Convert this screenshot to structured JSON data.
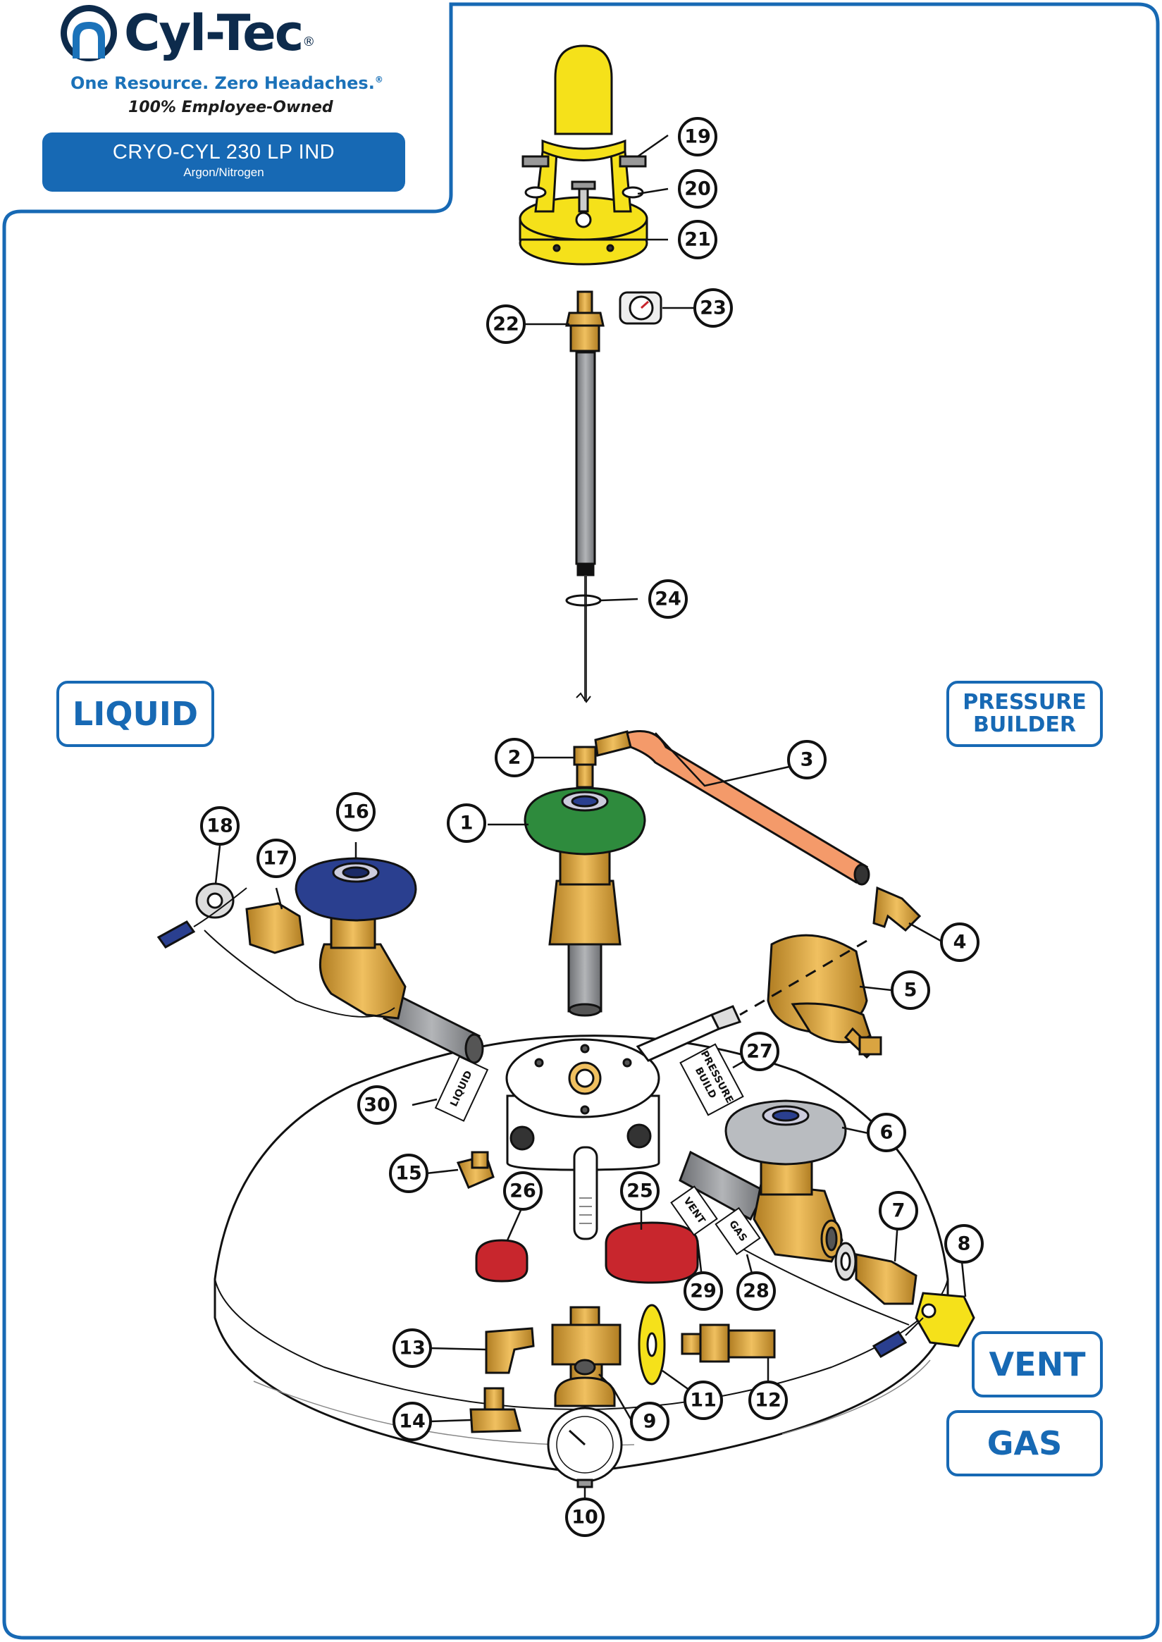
{
  "brand": {
    "name": "Cyl-Tec",
    "registered": "®",
    "tagline": "One Resource. Zero Headaches.",
    "tagline_mark": "®",
    "ownership": "100% Employee-Owned"
  },
  "product": {
    "name": "CRYO-CYL 230 LP IND",
    "gases": "Argon/Nitrogen"
  },
  "tags": {
    "liquid": "LIQUID",
    "pressure_line1": "PRESSURE",
    "pressure_line2": "BUILDER",
    "vent": "VENT",
    "gas": "GAS"
  },
  "part_labels": {
    "liquid": "LIQUID",
    "pressure_build_line1": "PRESSURE",
    "pressure_build_line2": "BUILD",
    "vent": "VENT",
    "gas": "GAS"
  },
  "callouts": [
    "1",
    "2",
    "3",
    "4",
    "5",
    "6",
    "7",
    "8",
    "9",
    "10",
    "11",
    "12",
    "13",
    "14",
    "15",
    "16",
    "17",
    "18",
    "19",
    "20",
    "21",
    "22",
    "23",
    "24",
    "25",
    "26",
    "27",
    "28",
    "29",
    "30"
  ],
  "colors": {
    "brand_blue": "#1769b4",
    "navy": "#0d2b4c",
    "brass": "#d9a441",
    "green_knob": "#2e8b3d",
    "blue_knob": "#2a3f8f",
    "grey_knob": "#b9bcc0",
    "yellow_guard": "#f5e11a",
    "red_cap": "#c8262d",
    "orange_tube": "#f49a6a"
  }
}
